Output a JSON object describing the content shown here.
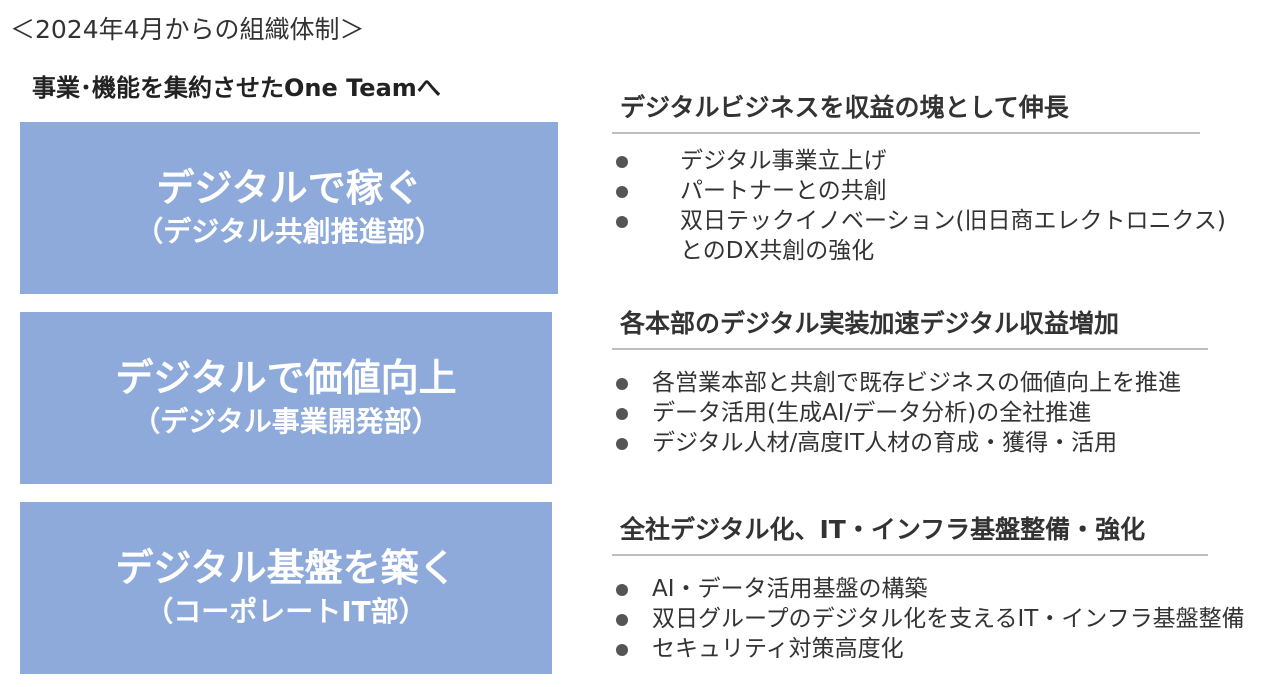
{
  "caption": "＜2024年4月からの組織体制＞",
  "left_heading": "事業･機能を集約させたOne Teamへ",
  "colors": {
    "box_fill": "#8eaadb",
    "box_text": "#ffffff",
    "divider": "#bdbdbd"
  },
  "boxes": [
    {
      "main": "デジタルで稼ぐ",
      "sub": "（デジタル共創推進部）"
    },
    {
      "main": "デジタルで価値向上",
      "sub": "（デジタル事業開発部）"
    },
    {
      "main": "デジタル基盤を築く",
      "sub": "（コーポレートIT部）"
    }
  ],
  "sections": [
    {
      "title": "デジタルビジネスを収益の塊として伸長",
      "items": [
        "デジタル事業立上げ",
        "パートナーとの共創",
        "双日テックイノベーション(旧日商エレクトロニクス)",
        "とのDX共創の強化"
      ]
    },
    {
      "title": "各本部のデジタル実装加速デジタル収益増加",
      "items": [
        "各営業本部と共創で既存ビジネスの価値向上を推進",
        "データ活用(生成AI/データ分析)の全社推進",
        "デジタル人材/高度IT人材の育成・獲得・活用"
      ]
    },
    {
      "title": "全社デジタル化、IT・インフラ基盤整備・強化",
      "items": [
        "AI・データ活用基盤の構築",
        "双日グループのデジタル化を支えるIT・インフラ基盤整備",
        "セキュリティ対策高度化"
      ]
    }
  ]
}
